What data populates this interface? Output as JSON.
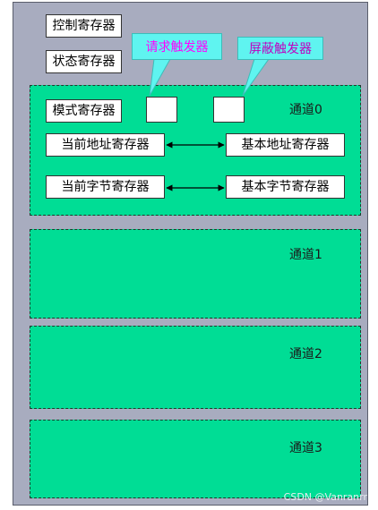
{
  "registers": {
    "control": "控制寄存器",
    "status": "状态寄存器",
    "mode": "模式寄存器",
    "current_address": "当前地址寄存器",
    "base_address": "基本地址寄存器",
    "current_count": "当前字节寄存器",
    "base_count": "基本字节寄存器"
  },
  "callouts": {
    "request": "请求触发器",
    "mask": "屏蔽触发器"
  },
  "channels": [
    "通道0",
    "通道1",
    "通道2",
    "通道3"
  ],
  "watermark": "CSDN @Vanranrr",
  "colors": {
    "background": "#a8acbf",
    "channel": "#00dd95",
    "callout": "#5ff4f0",
    "request_text": "#ff00ff",
    "mask_text": "#c000c0"
  }
}
